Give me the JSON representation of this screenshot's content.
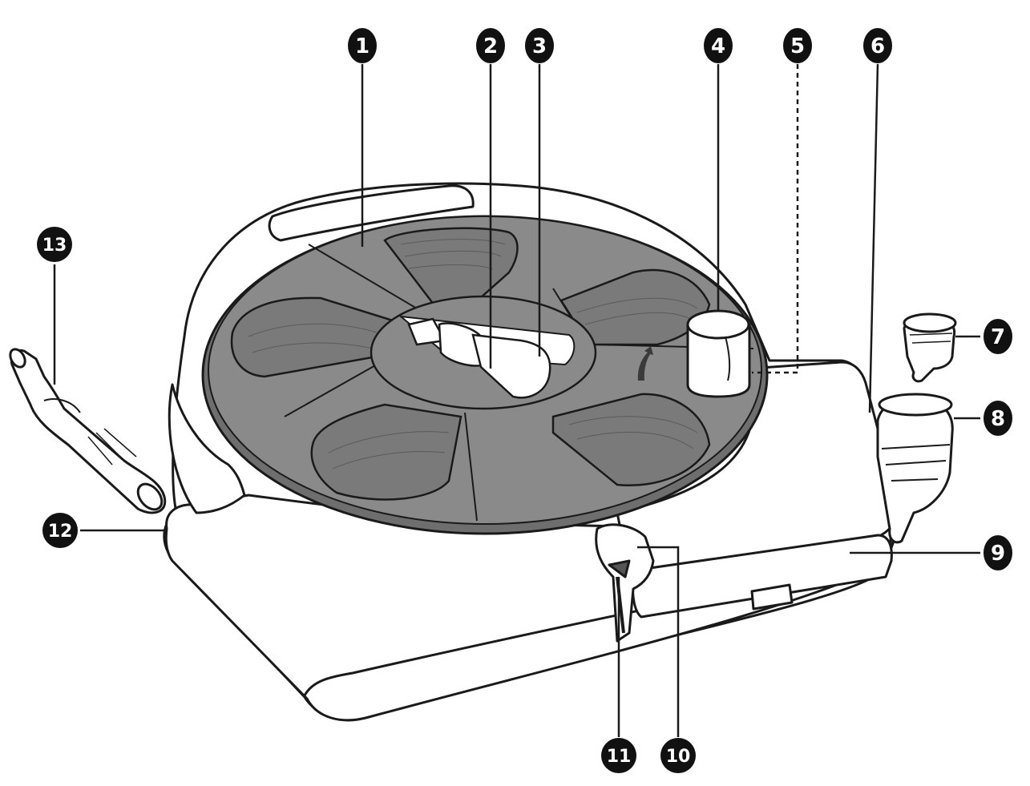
{
  "colors": {
    "ink": "#1a1a1a",
    "reel_fill": "#8a8a8a",
    "reel_shadow": "#6e6e6e",
    "paper": "#ffffff",
    "badge": "#111111",
    "badge_text": "#ffffff"
  },
  "callouts": [
    {
      "id": "1",
      "label": "1"
    },
    {
      "id": "2",
      "label": "2"
    },
    {
      "id": "3",
      "label": "3"
    },
    {
      "id": "4",
      "label": "4"
    },
    {
      "id": "5",
      "label": "5"
    },
    {
      "id": "6",
      "label": "6"
    },
    {
      "id": "7",
      "label": "7"
    },
    {
      "id": "8",
      "label": "8"
    },
    {
      "id": "9",
      "label": "9"
    },
    {
      "id": "10",
      "label": "10"
    },
    {
      "id": "11",
      "label": "11"
    },
    {
      "id": "12",
      "label": "12"
    },
    {
      "id": "13",
      "label": "13"
    }
  ]
}
